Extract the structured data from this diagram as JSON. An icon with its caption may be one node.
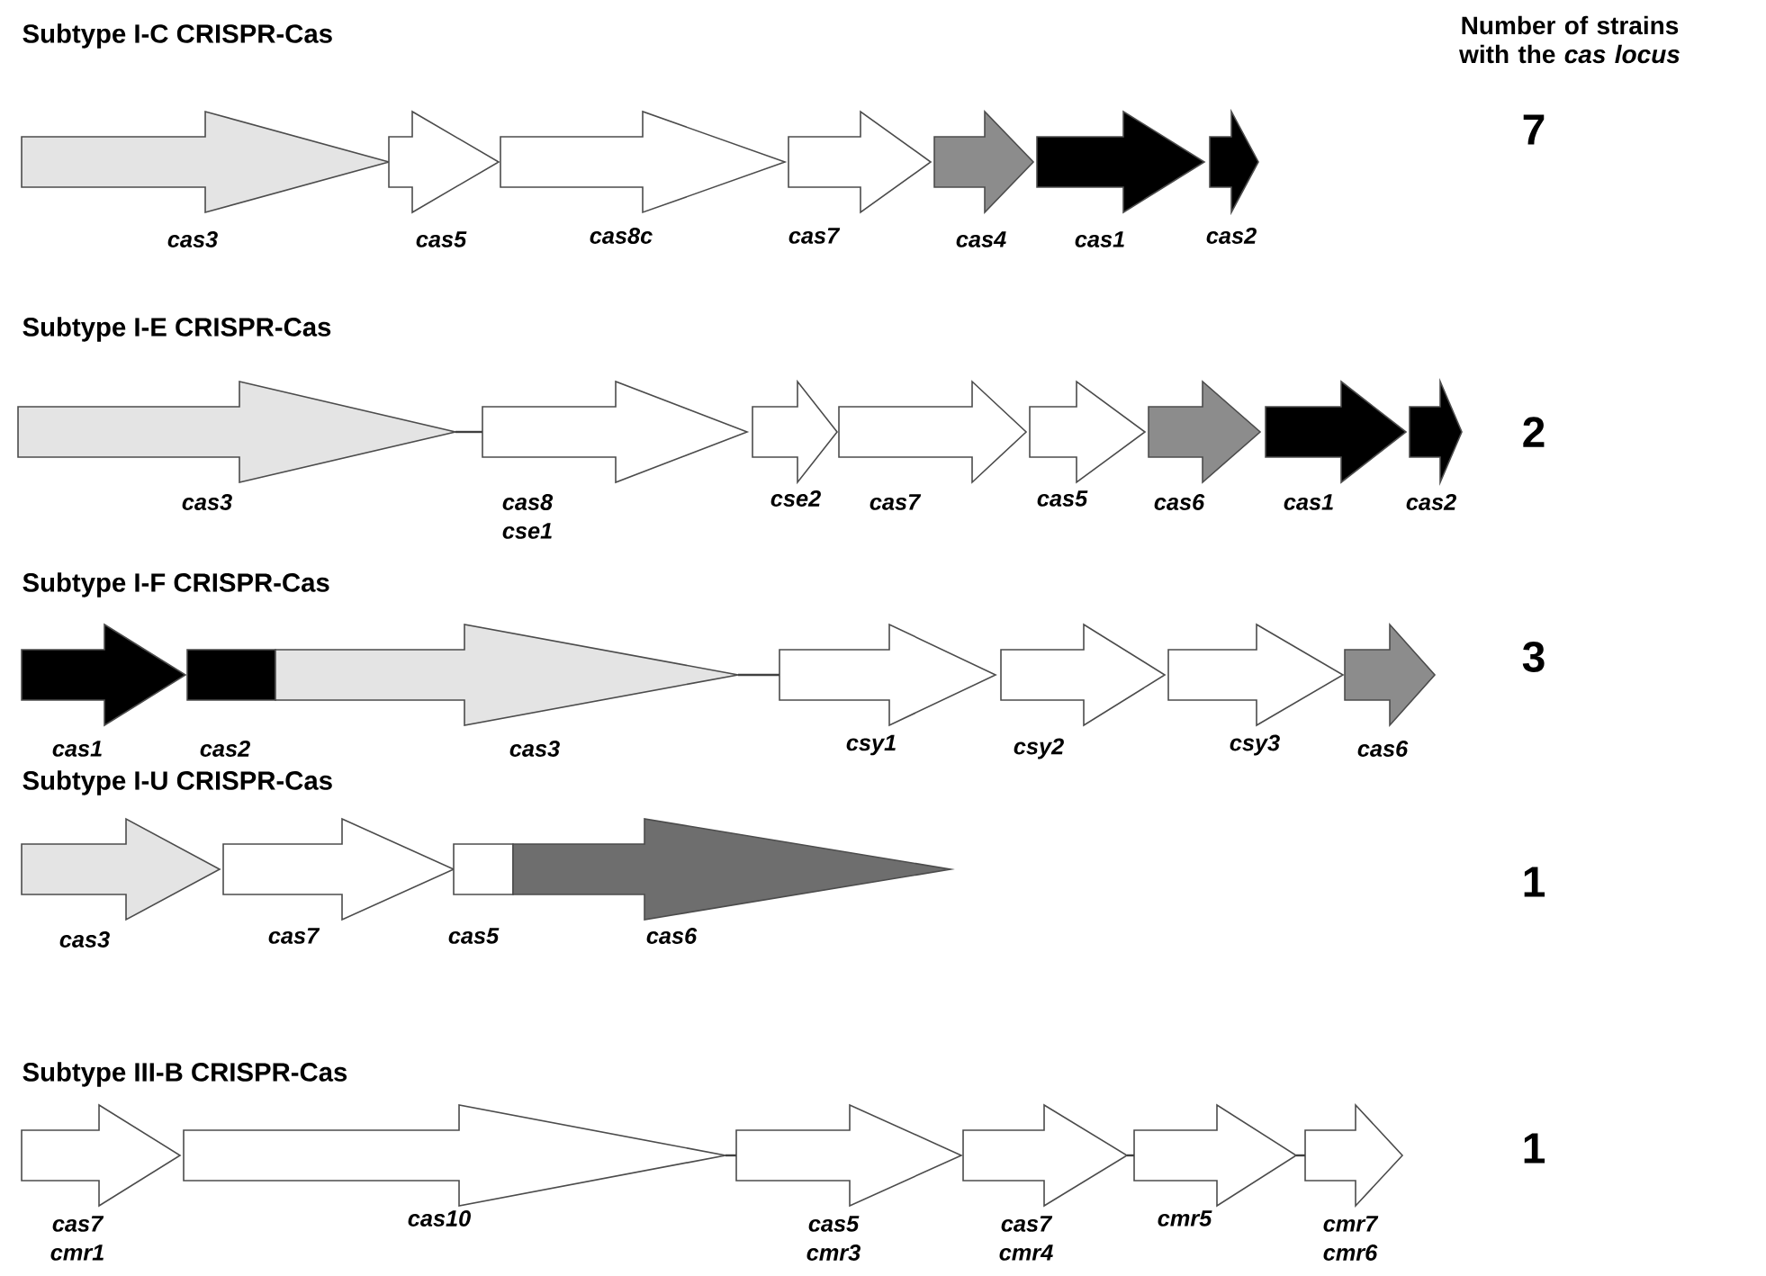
{
  "diagram": {
    "nodes": [
      {
        "text": [],
        "shape": "arrow",
        "beside": [
          "cas3"
        ]
      },
      {
        "text": [],
        "shape": "arrow",
        "beside": [
          "cas5"
        ]
      },
      {
        "text": [],
        "shape": "arrow",
        "beside": [
          "cas8c"
        ]
      },
      {
        "text": [],
        "shape": "arrow",
        "beside": [
          "cas7"
        ]
      },
      {
        "text": [],
        "shape": "arrow",
        "beside": [
          "cas4"
        ]
      },
      {
        "text": [],
        "shape": "arrow",
        "beside": [
          "cas1"
        ]
      },
      {
        "text": [],
        "shape": "arrow",
        "beside": [
          "cas2"
        ]
      },
      {
        "text": [],
        "shape": "arrow",
        "beside": [
          "cas3"
        ]
      },
      {
        "text": [],
        "shape": "arrow",
        "beside": [
          "cas8",
          "cse1"
        ]
      },
      {
        "text": [],
        "shape": "arrow",
        "beside": [
          "cse2"
        ]
      },
      {
        "text": [],
        "shape": "arrow",
        "beside": [
          "cas7"
        ]
      },
      {
        "text": [],
        "shape": "arrow",
        "beside": [
          "cas5"
        ]
      },
      {
        "text": [],
        "shape": "arrow",
        "beside": [
          "cas6"
        ]
      },
      {
        "text": [],
        "shape": "arrow",
        "beside": [
          "cas1"
        ]
      },
      {
        "text": [],
        "shape": "arrow",
        "beside": [
          "cas2"
        ]
      },
      {
        "text": [],
        "shape": "arrow",
        "beside": [
          "cas1"
        ]
      },
      {
        "text": [],
        "shape": "box"
      },
      {
        "text": [],
        "shape": "arrow",
        "beside": [
          "cas3"
        ]
      },
      {
        "text": [],
        "shape": "arrow",
        "beside": [
          "csy1"
        ]
      },
      {
        "text": [],
        "shape": "arrow",
        "beside": [
          "csy2"
        ]
      },
      {
        "text": [],
        "shape": "arrow",
        "beside": [
          "csy3"
        ]
      },
      {
        "text": [],
        "shape": "arrow",
        "beside": [
          "cas6"
        ]
      },
      {
        "text": [],
        "shape": "arrow",
        "beside": [
          "cas3"
        ]
      },
      {
        "text": [],
        "shape": "arrow",
        "beside": [
          "cas7"
        ]
      },
      {
        "text": [],
        "shape": "box"
      },
      {
        "text": [],
        "shape": "arrow",
        "beside": [
          "cas6"
        ]
      },
      {
        "text": [],
        "shape": "arrow",
        "beside": [
          "cas7",
          "cmr1"
        ]
      },
      {
        "text": [],
        "shape": "arrow",
        "beside": [
          "cas10"
        ]
      },
      {
        "text": [],
        "shape": "arrow",
        "beside": [
          "cas5",
          "cmr3"
        ]
      },
      {
        "text": [],
        "shape": "arrow",
        "beside": [
          "cas7",
          "cmr4"
        ]
      },
      {
        "text": [],
        "shape": "arrow",
        "beside": [
          "cmr5"
        ]
      },
      {
        "text": [],
        "shape": "arrow",
        "beside": [
          "cmr7",
          "cmr6"
        ]
      }
    ],
    "edges": [
      {
        "from": 7,
        "to": 8,
        "arrow": "none"
      },
      {
        "from": 17,
        "to": 18,
        "arrow": "none"
      },
      {
        "from": 27,
        "to": 28,
        "arrow": "none"
      },
      {
        "from": 29,
        "to": 30,
        "arrow": "none"
      },
      {
        "from": 30,
        "to": 31,
        "arrow": "none"
      }
    ],
    "labels": [
      "Subtype I-C CRISPR-Cas",
      "Number of strains with the *cas locus*",
      "7",
      "Subtype I-E CRISPR-Cas",
      "2",
      "Subtype I-F CRISPR-Cas",
      "cas2",
      "3",
      "Subtype I-U CRISPR-Cas",
      "cas5",
      "1",
      "Subtype III-B CRISPR-Cas",
      "1"
    ]
  }
}
